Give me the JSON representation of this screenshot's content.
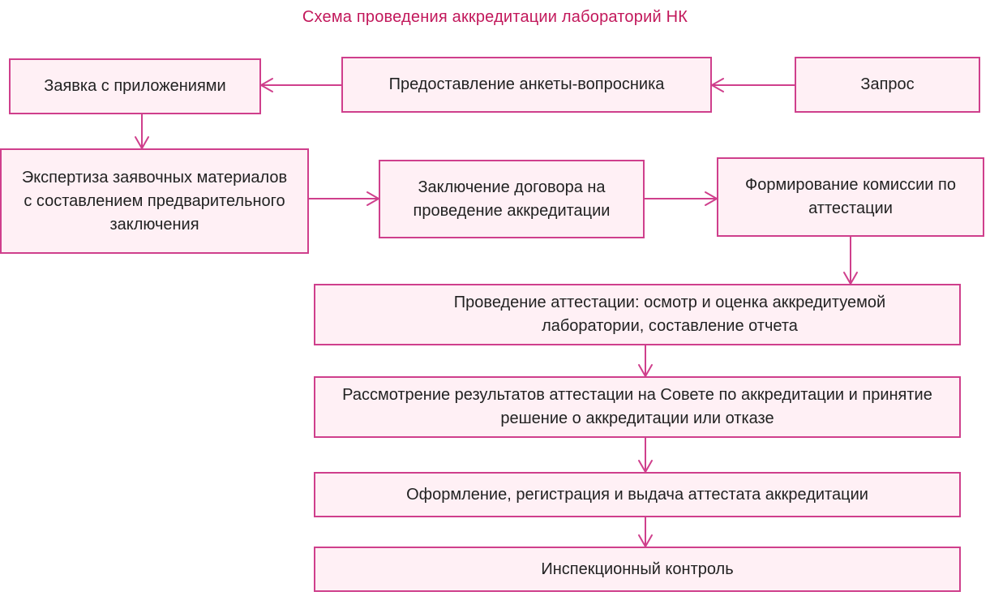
{
  "title": "Схема проведения аккредитации лабораторий НК",
  "colors": {
    "accent": "#cf3f8c",
    "box_fill": "#fff0f5",
    "title": "#c2185b",
    "text": "#222222"
  },
  "steps": {
    "application": "Заявка с приложениями",
    "questionnaire": "Предоставление анкеты-вопросника",
    "request": "Запрос",
    "expertise": "Экспертиза заявочных материалов с составлением предварительного заключения",
    "contract": "Заключение договора на проведение аккредитации",
    "commission": "Формирование комиссии по аттестации",
    "attestation": "Проведение аттестации: осмотр и оценка аккредитуемой лаборатории,  составление отчета",
    "review": "Рассмотрение результатов аттестации на Совете по аккредитации и принятие решение о аккредитации или отказе",
    "registration": "Оформление, регистрация и выдача аттестата аккредитации",
    "inspection": "Инспекционный контроль"
  }
}
